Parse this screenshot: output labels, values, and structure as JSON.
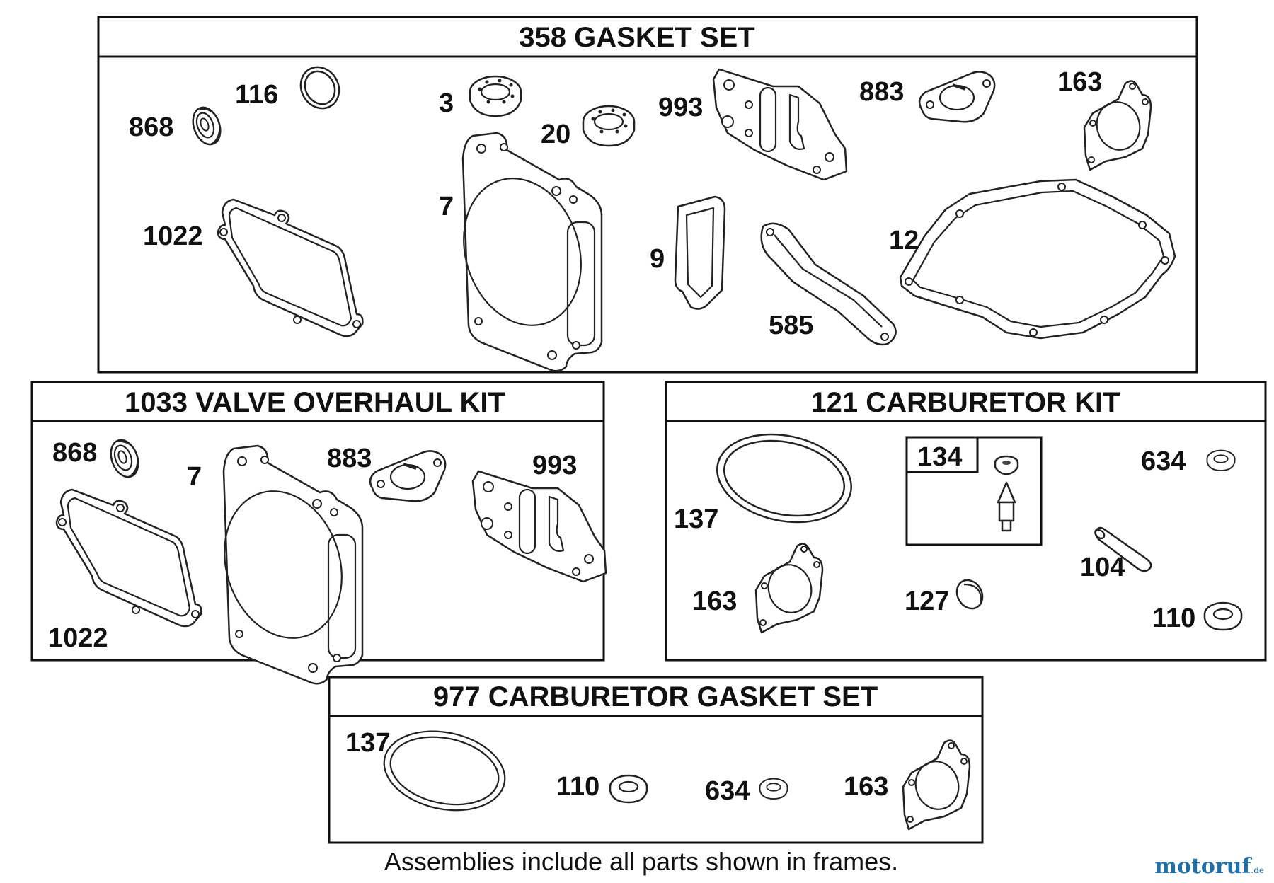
{
  "kits": {
    "gasket_set": {
      "title": "358 GASKET SET",
      "labels": {
        "p116": "116",
        "p868": "868",
        "p3": "3",
        "p20": "20",
        "p993": "993",
        "p883": "883",
        "p163": "163",
        "p1022": "1022",
        "p7": "7",
        "p9": "9",
        "p585": "585",
        "p12": "12"
      }
    },
    "valve_overhaul_kit": {
      "title": "1033 VALVE OVERHAUL KIT",
      "labels": {
        "p868": "868",
        "p7": "7",
        "p883": "883",
        "p993": "993",
        "p1022": "1022"
      }
    },
    "carburetor_kit": {
      "title": "121 CARBURETOR KIT",
      "labels": {
        "p137": "137",
        "p134": "134",
        "p634": "634",
        "p104": "104",
        "p163": "163",
        "p127": "127",
        "p110": "110"
      }
    },
    "carburetor_gasket_set": {
      "title": "977 CARBURETOR  GASKET SET",
      "labels": {
        "p137": "137",
        "p110": "110",
        "p634": "634",
        "p163": "163"
      }
    }
  },
  "footnote": "Assemblies include all parts shown in frames.",
  "watermark": {
    "text": "motoruf",
    "suffix": ".de",
    "color": "#1f6fa8"
  }
}
